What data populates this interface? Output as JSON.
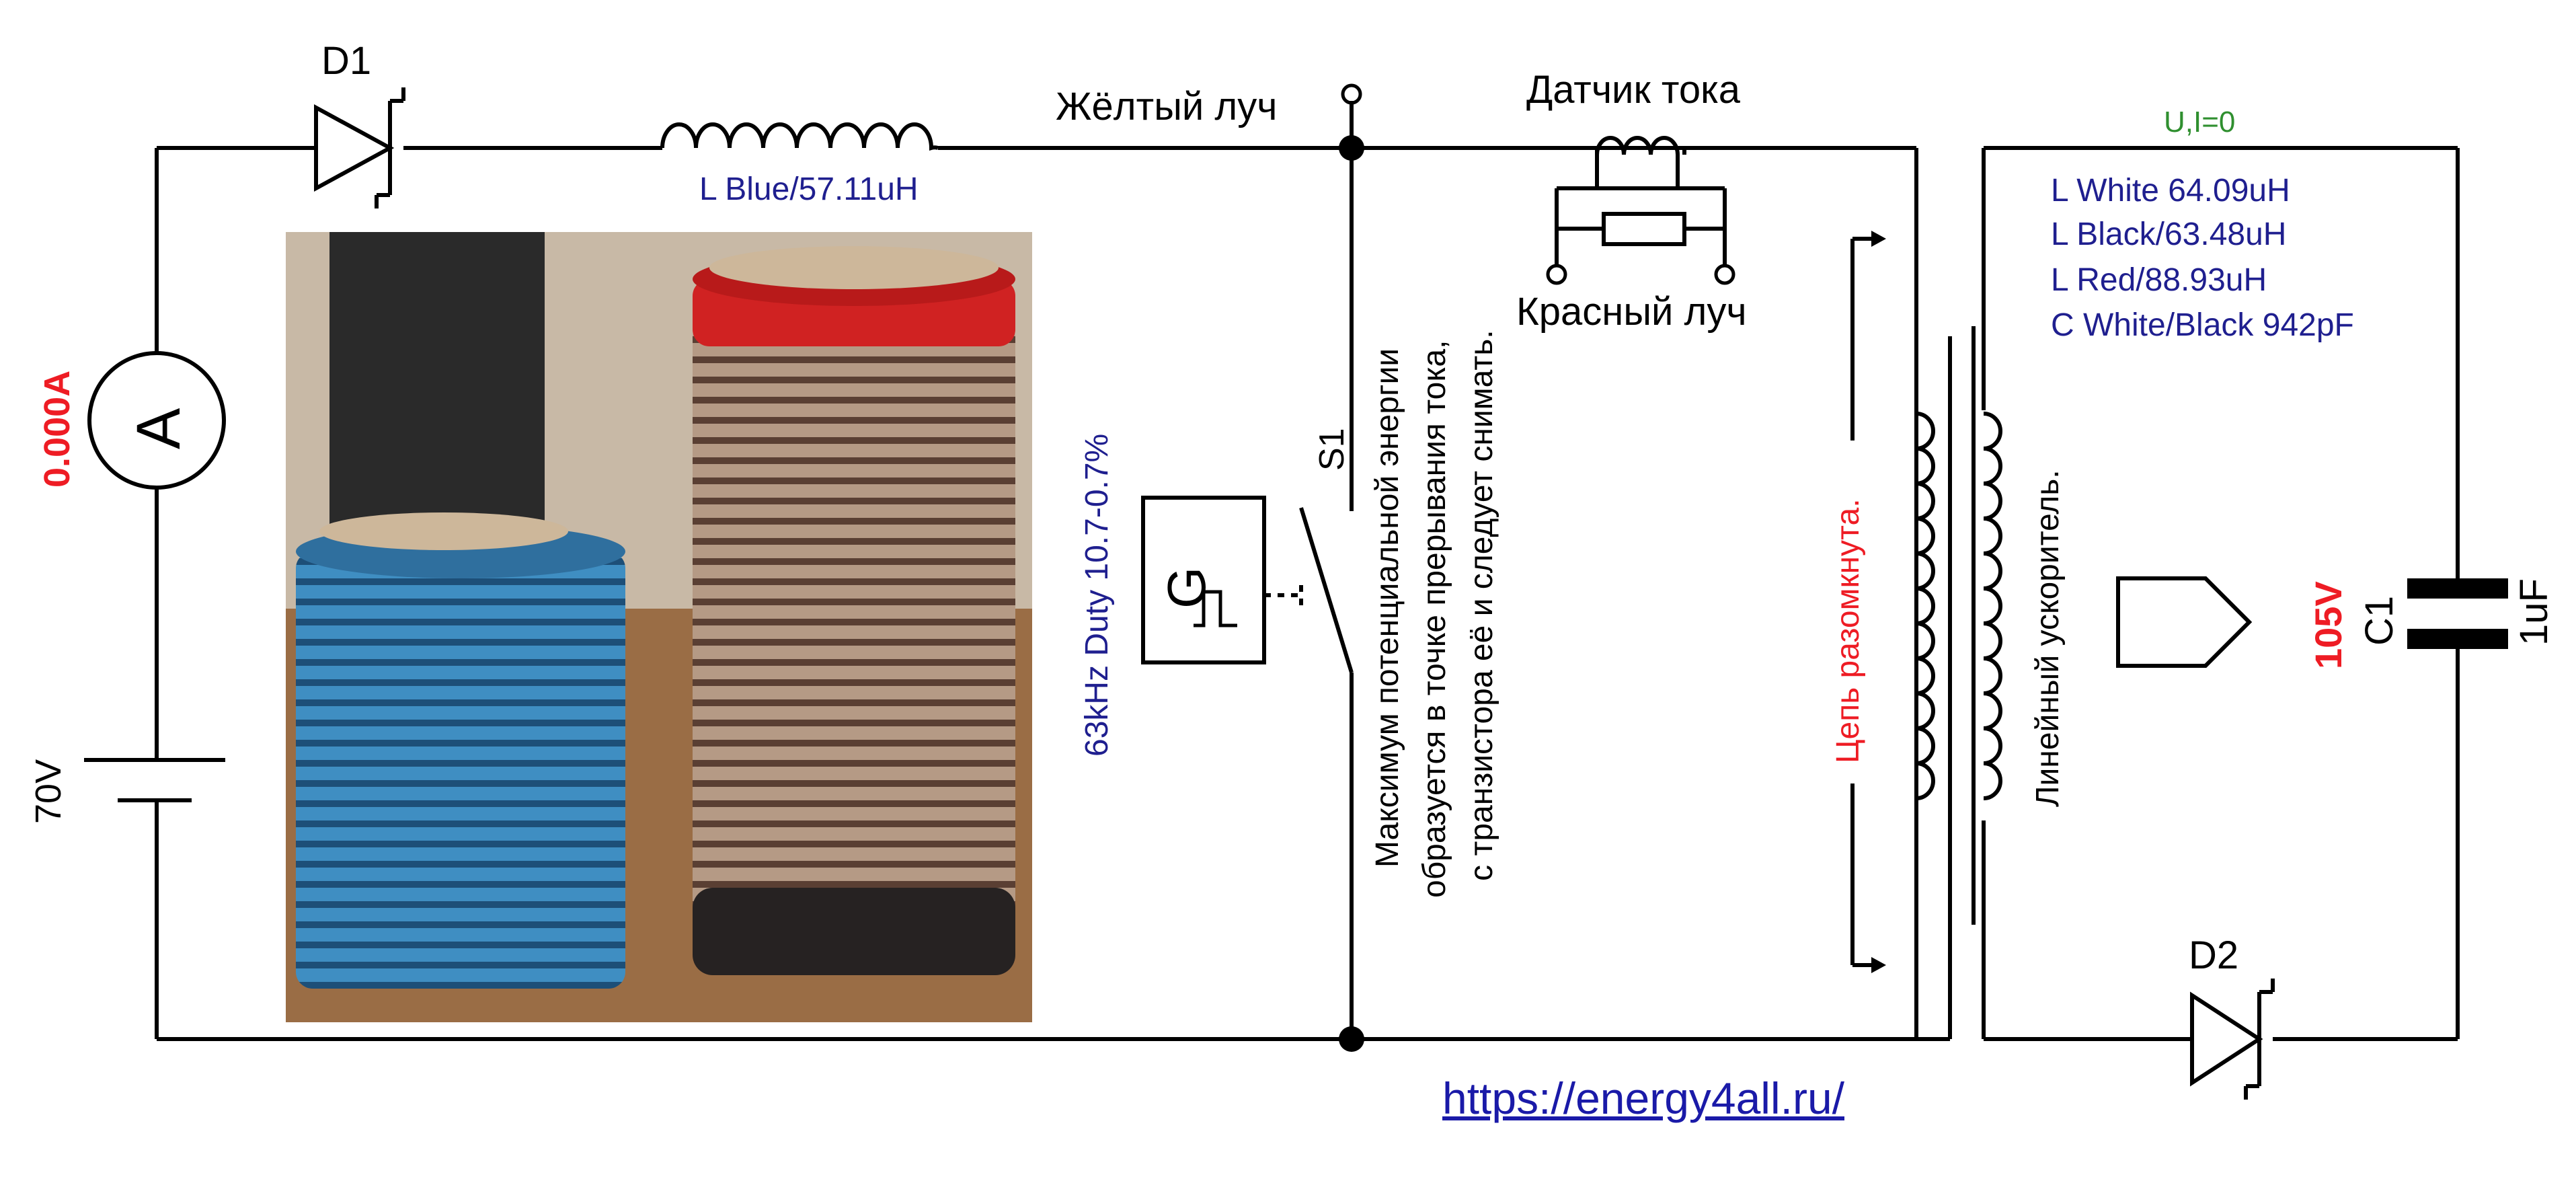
{
  "labels": {
    "d1": "D1",
    "d2": "D2",
    "l_blue": "L Blue/57.11uH",
    "yellow_ray": "Жёлтый луч",
    "current_sensor": "Датчик тока",
    "red_ray": "Красный луч",
    "u_i_zero": "U,I=0",
    "l_white": "L White 64.09uH",
    "l_black": "L Black/63.48uH",
    "l_red": "L Red/88.93uH",
    "c_wb": "C White/Black 942pF",
    "ammeter_reading": "0.000A",
    "ammeter_symbol": "A",
    "battery_voltage": "70V",
    "generator": "63kHz Duty 10.7-0.7%",
    "generator_symbol": "G",
    "switch": "S1",
    "note_line1": "Максимум потенциальной энергии",
    "note_line2": "образуется в точке прерывания тока,",
    "note_line3": "с транзистора её и следует снимать.",
    "circuit_open": "Цепь разомкнута.",
    "linear_accelerator": "Линейный ускоритель.",
    "cap_voltage": "105V",
    "c1": "C1",
    "c1_value": "1uF",
    "url": "https://energy4all.ru/"
  },
  "photo": {
    "description_icon": "coils-photo"
  },
  "colors": {
    "wire": "#000000",
    "red_text": "#ee1c24",
    "blue_text": "#1f1f8f",
    "green_text": "#2f8f2f",
    "coil_blue": "#3d8fc4",
    "coil_red": "#d42020",
    "coil_brown": "#8a6a55"
  }
}
